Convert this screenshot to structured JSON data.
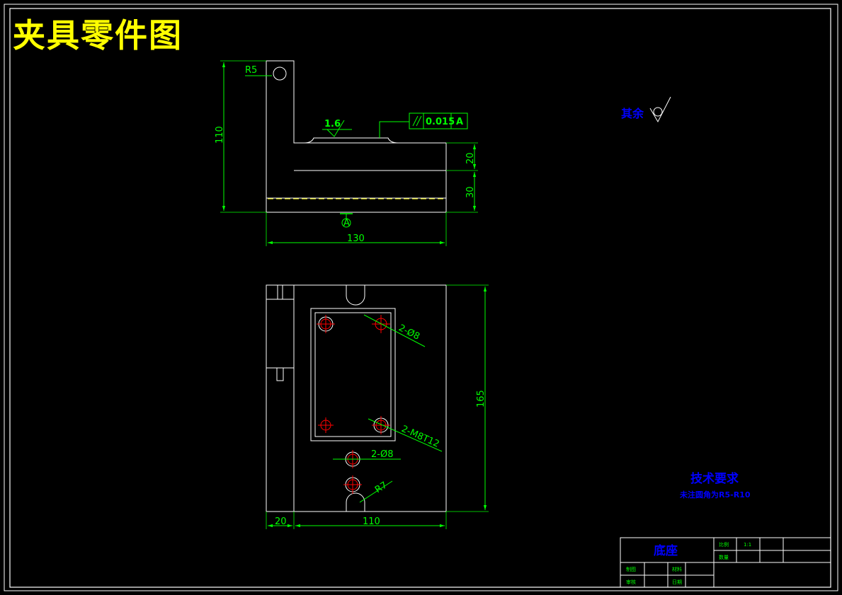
{
  "header": {
    "title": "夹具零件图"
  },
  "front_view": {
    "dim_radius": "R5",
    "dim_height": "110",
    "dim_top": "20",
    "dim_base": "30",
    "dim_width": "130",
    "roughness_value": "1.6",
    "tolerance_value": "0.015",
    "tolerance_datum": "A",
    "datum_label": "A"
  },
  "top_view": {
    "hole_top_label": "2-Ø8",
    "thread_label": "2-M8T12",
    "hole_bottom_label": "2-Ø8",
    "radius_label": "R7",
    "dim_height": "165",
    "dim_left": "20",
    "dim_width": "110"
  },
  "annotations": {
    "surface_rest": "其余",
    "tech_req_title": "技术要求",
    "tech_req_text": "未注圆角为R5-R10"
  },
  "title_block": {
    "part_name": "底座",
    "scale_label": "比例",
    "scale_value": "1:1",
    "qty_label": "数量",
    "drawn_label": "制图",
    "material_label": "材料",
    "check_label": "审核",
    "date_label": "日期"
  },
  "colors": {
    "background": "#000000",
    "outline": "#ffffff",
    "dimension": "#00ff00",
    "title": "#ffff00",
    "annotation": "#0000ff",
    "centerline": "#ff0000"
  }
}
